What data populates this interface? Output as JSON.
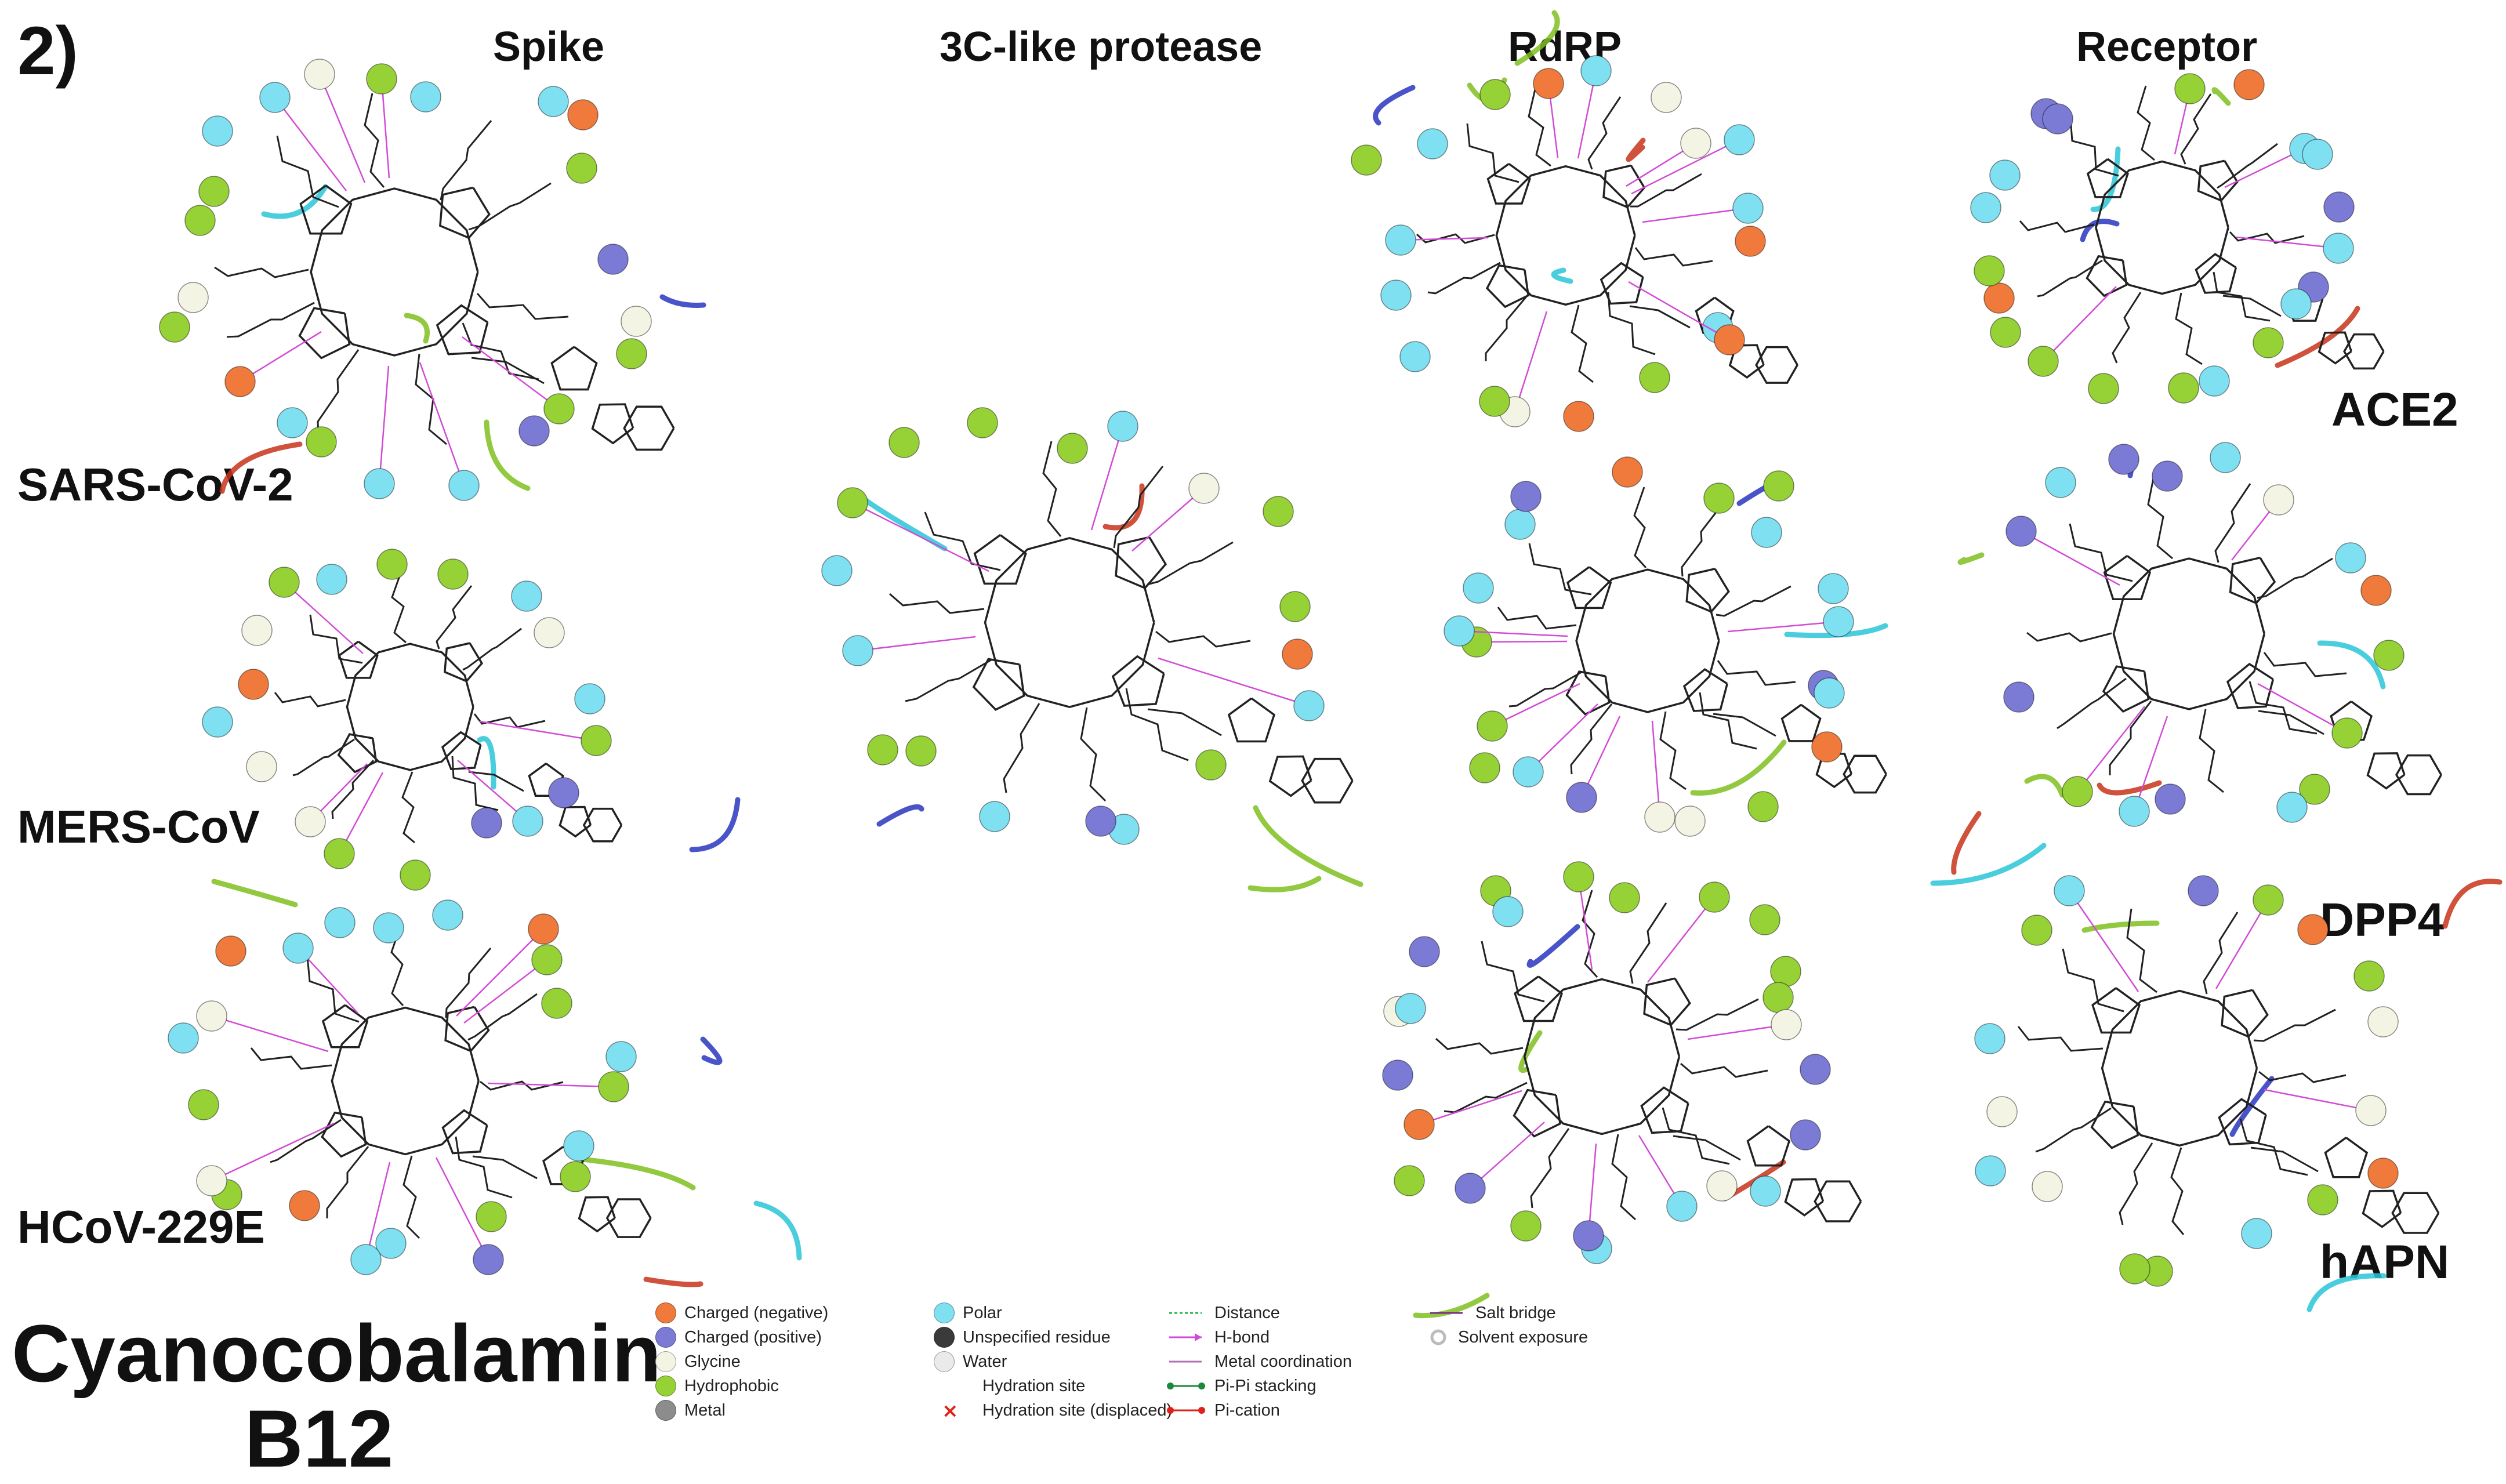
{
  "figure_label": "2)",
  "title": {
    "line1": "Cyanocobalamin",
    "line2": "B12"
  },
  "columns": {
    "spike": "Spike",
    "protease": "3C-like protease",
    "rdrp": "RdRP",
    "receptor": "Receptor"
  },
  "viruses": {
    "sars": "SARS-CoV-2",
    "mers": "MERS-CoV",
    "hcov": "HCoV-229E"
  },
  "receptors": {
    "ace2": "ACE2",
    "dpp4": "DPP4",
    "hapn": "hAPN"
  },
  "legend": {
    "col1": [
      {
        "label": "Charged (negative)",
        "color": "#f07a3c"
      },
      {
        "label": "Charged (positive)",
        "color": "#7b7bd6"
      },
      {
        "label": "Glycine",
        "color": "#f4f4e4"
      },
      {
        "label": "Hydrophobic",
        "color": "#96d136"
      },
      {
        "label": "Metal",
        "color": "#8c8c8c"
      }
    ],
    "col2": [
      {
        "label": "Polar",
        "symbol": "dot",
        "color": "#7fe0f2"
      },
      {
        "label": "Unspecified residue",
        "symbol": "dot",
        "color": "#3a3a3a"
      },
      {
        "label": "Water",
        "symbol": "dot",
        "color": "#eaeaea"
      },
      {
        "label": "Hydration site",
        "symbol": "none",
        "color": ""
      },
      {
        "label": "Hydration site (displaced)",
        "symbol": "cross",
        "color": "#e0201a"
      }
    ],
    "col3": [
      {
        "label": "Distance",
        "symbol": "dashed",
        "color": "#22b14c"
      },
      {
        "label": "H-bond",
        "symbol": "arrow",
        "color": "#d24bd6"
      },
      {
        "label": "Metal coordination",
        "symbol": "line",
        "color": "#b070b0"
      },
      {
        "label": "Pi-Pi stacking",
        "symbol": "ball-line",
        "color": "#1a8a3a"
      },
      {
        "label": "Pi-cation",
        "symbol": "ball-line",
        "color": "#e0201a"
      }
    ],
    "col4": [
      {
        "label": "Salt bridge",
        "symbol": "line",
        "color": "#7a2a8a"
      },
      {
        "label": "Solvent exposure",
        "symbol": "ring",
        "color": "#bbbbbb"
      }
    ]
  },
  "residue_colors": {
    "negative": "#f07a3c",
    "positive": "#7b7bd6",
    "glycine": "#f4f4e4",
    "hydrophobic": "#96d136",
    "polar": "#7fe0f2",
    "metal": "#8c8c8c"
  },
  "accent_colors": {
    "ribbon_green": "#7fbf1f",
    "ribbon_cyan": "#2ac6d8",
    "ribbon_blue": "#2a36c0",
    "ribbon_red": "#c8321a",
    "bond": "#222222",
    "hbond": "#d24bd6"
  }
}
